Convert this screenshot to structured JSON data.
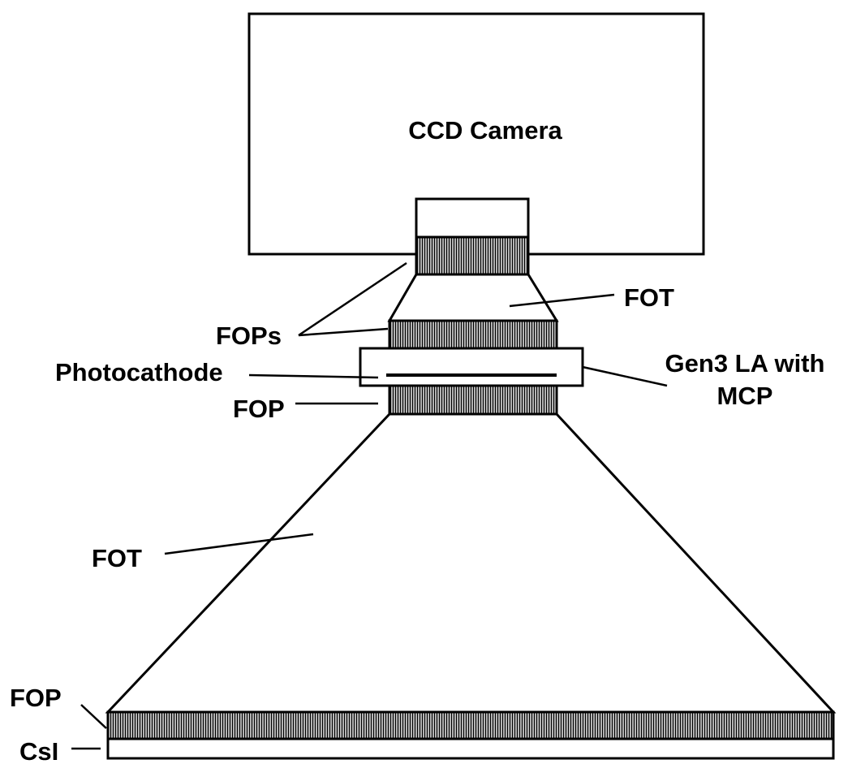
{
  "labels": {
    "ccd_camera": "CCD Camera",
    "fot_upper": "FOT",
    "fops": "FOPs",
    "photocathode": "Photocathode",
    "intensifier_line1": "Gen3 LA with",
    "intensifier_line2": "MCP",
    "fop_middle": "FOP",
    "fot_lower": "FOT",
    "fop_bottom": "FOP",
    "csi": "CsI"
  }
}
